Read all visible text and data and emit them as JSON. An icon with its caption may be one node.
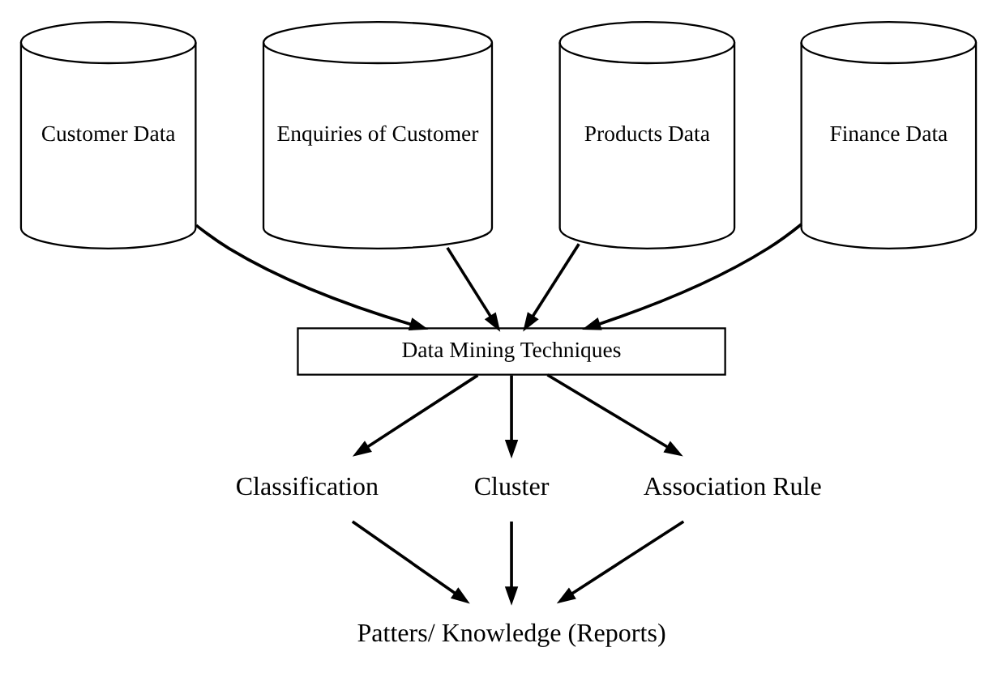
{
  "diagram": {
    "nodes": [
      {
        "text": [
          "Customer Data"
        ]
      },
      {
        "text": [
          "Enquiries of Customer"
        ]
      },
      {
        "text": [
          "Products Data"
        ]
      },
      {
        "text": [
          "Finance Data"
        ]
      },
      {
        "text": [
          "Data Mining Techniques"
        ]
      },
      {
        "text": [
          "Classification"
        ]
      },
      {
        "text": [
          "Cluster"
        ]
      },
      {
        "text": [
          "Association Rule"
        ]
      },
      {
        "text": [
          "Patters/ Knowledge (Reports)"
        ]
      }
    ],
    "edges": [
      {
        "from": 0,
        "to": 4,
        "arrow": "to"
      },
      {
        "from": 1,
        "to": 4,
        "arrow": "to"
      },
      {
        "from": 2,
        "to": 4,
        "arrow": "to"
      },
      {
        "from": 3,
        "to": 4,
        "arrow": "to"
      },
      {
        "from": 4,
        "to": 5,
        "arrow": "to"
      },
      {
        "from": 4,
        "to": 6,
        "arrow": "to"
      },
      {
        "from": 4,
        "to": 7,
        "arrow": "to"
      },
      {
        "from": 5,
        "to": 8,
        "arrow": "to"
      },
      {
        "from": 6,
        "to": 8,
        "arrow": "to"
      },
      {
        "from": 7,
        "to": 8,
        "arrow": "to"
      }
    ]
  }
}
